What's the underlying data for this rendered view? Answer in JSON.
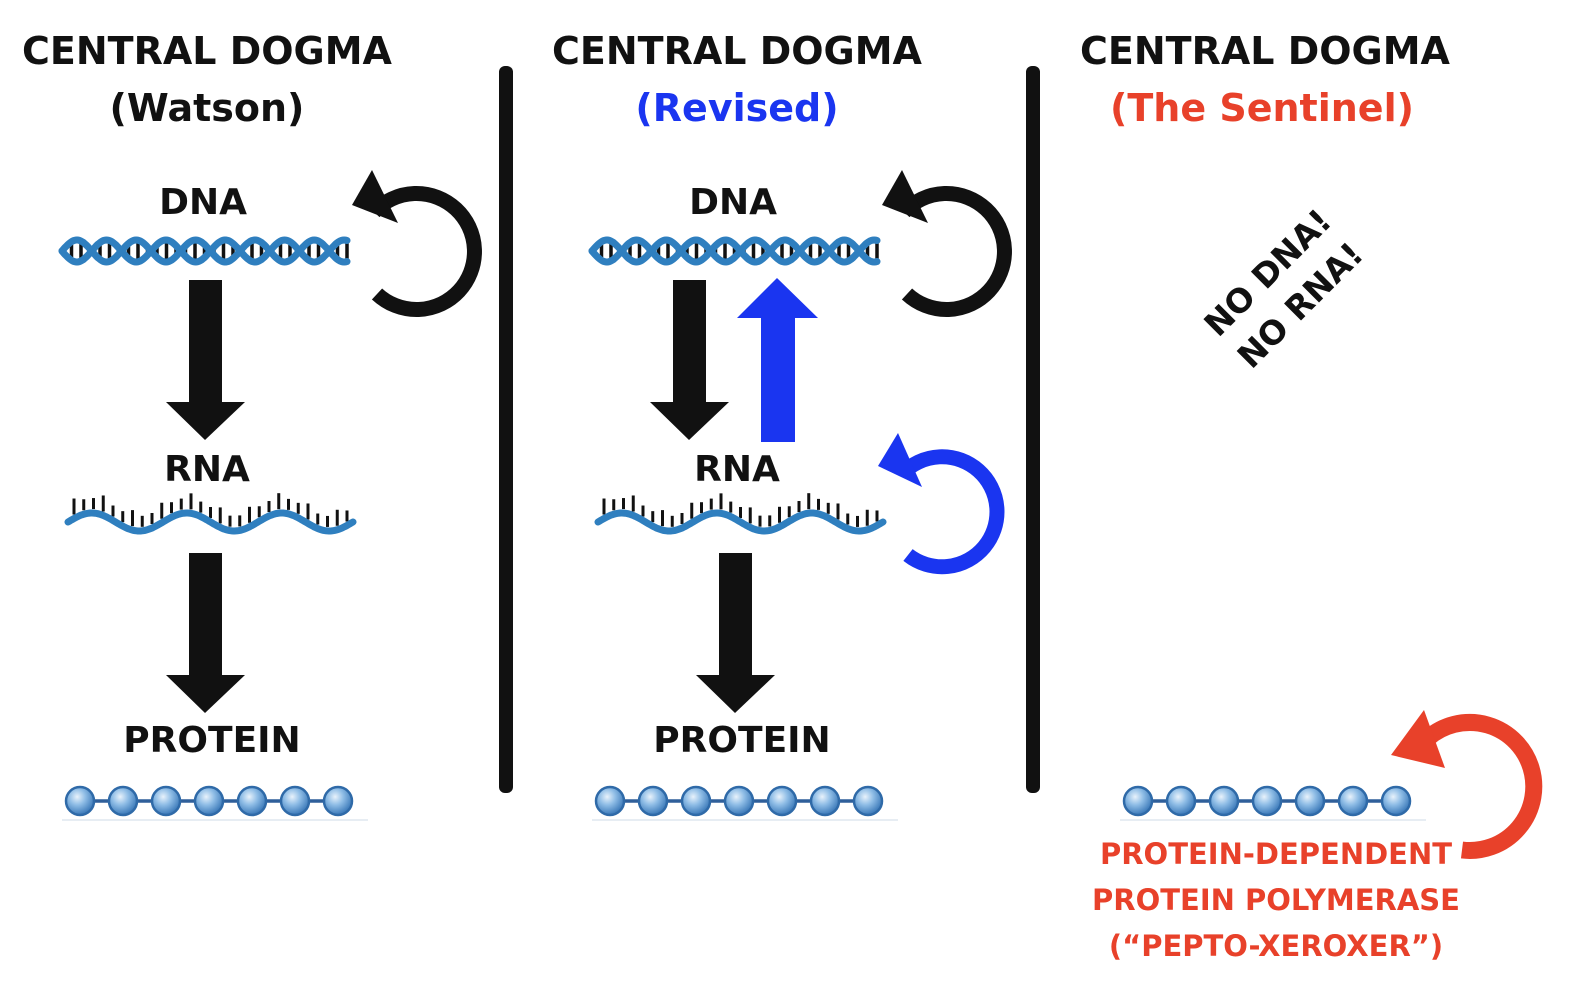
{
  "panels": [
    {
      "title": "CENTRAL DOGMA",
      "subtitle": "(Watson)",
      "dna_label": "DNA",
      "rna_label": "RNA",
      "protein_label": "PROTEIN"
    },
    {
      "title": "CENTRAL DOGMA",
      "subtitle": "(Revised)",
      "dna_label": "DNA",
      "rna_label": "RNA",
      "protein_label": "PROTEIN"
    },
    {
      "title": "CENTRAL DOGMA",
      "subtitle": "(The Sentinel)",
      "note_line1": "NO DNA!",
      "note_line2": "NO RNA!",
      "enzyme_line1": "PROTEIN-DEPENDENT",
      "enzyme_line2": "PROTEIN POLYMERASE",
      "enzyme_line3": "(“PEPTO-XEROXER”)"
    }
  ],
  "colors": {
    "black": "#111111",
    "blue": "#1a35f0",
    "red": "#e8412a",
    "strand": "#2f7fbf",
    "bead": "#5b9bd5"
  }
}
